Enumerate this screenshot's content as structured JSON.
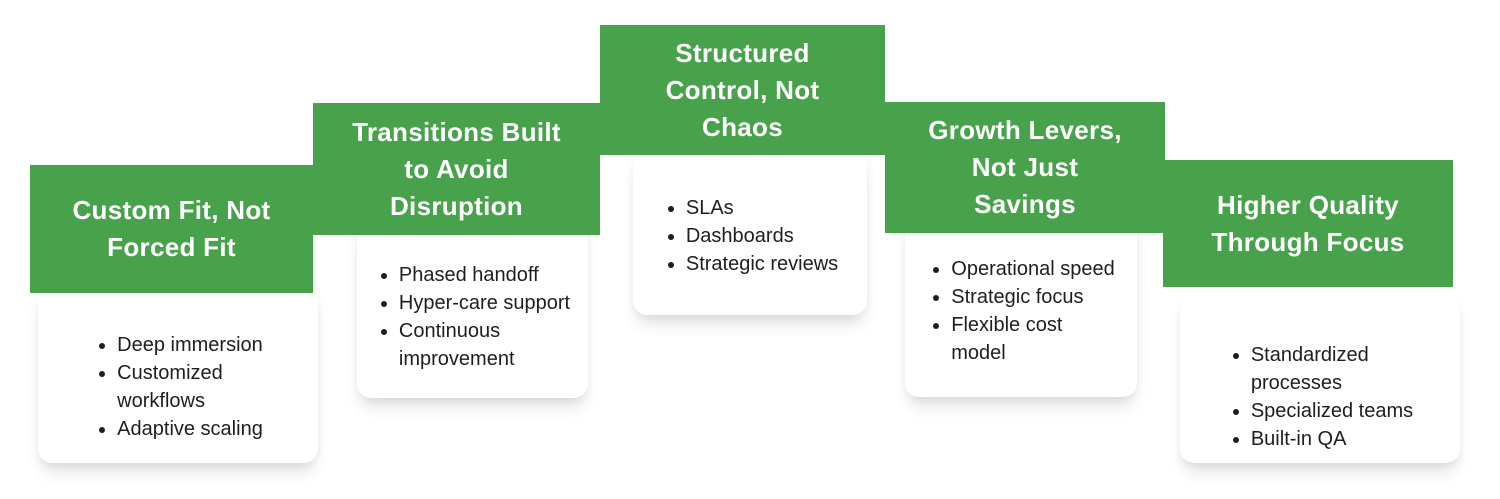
{
  "colors": {
    "header_bg": "#48a24c",
    "header_text": "#ffffff",
    "body_text": "#1e1e1e",
    "card_bg": "#ffffff",
    "page_bg": "#ffffff"
  },
  "pillars": [
    {
      "title": "Custom Fit, Not\nForced Fit",
      "bullets": [
        "Deep immersion",
        "Customized\nworkflows",
        "Adaptive scaling"
      ]
    },
    {
      "title": "Transitions Built\nto Avoid\nDisruption",
      "bullets": [
        "Phased handoff",
        "Hyper-care support",
        "Continuous\nimprovement"
      ]
    },
    {
      "title": "Structured\nControl, Not\nChaos",
      "bullets": [
        "SLAs",
        "Dashboards",
        "Strategic reviews"
      ]
    },
    {
      "title": "Growth Levers,\nNot Just\nSavings",
      "bullets": [
        "Operational speed",
        "Strategic focus",
        "Flexible cost\nmodel"
      ]
    },
    {
      "title": "Higher Quality\nThrough Focus",
      "bullets": [
        "Standardized\nprocesses",
        "Specialized teams",
        "Built-in QA"
      ]
    }
  ]
}
